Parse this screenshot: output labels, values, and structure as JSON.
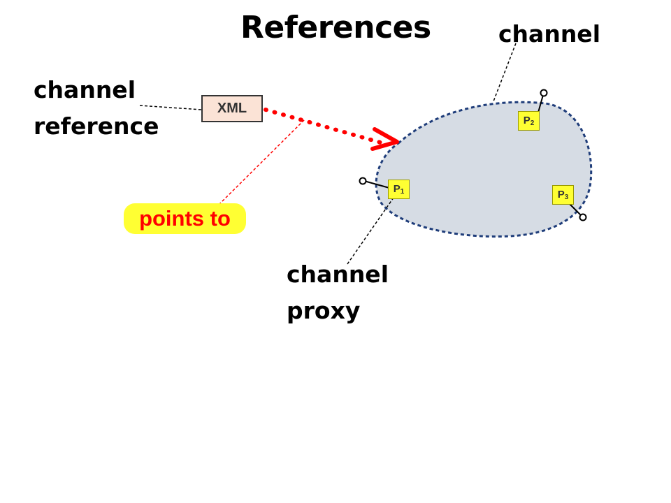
{
  "title": "References",
  "labels": {
    "channel": "channel",
    "channel_reference": [
      "channel",
      "reference"
    ],
    "channel_proxy": [
      "channel",
      "proxy"
    ],
    "points_to": "points to"
  },
  "xml_box": "XML",
  "ports": [
    {
      "letter": "P",
      "index": "1"
    },
    {
      "letter": "P",
      "index": "2"
    },
    {
      "letter": "P",
      "index": "3"
    }
  ],
  "colors": {
    "channel_fill": "#d6dce4",
    "channel_border": "#1f3d7a",
    "arrow": "#ff0000",
    "highlight": "#ffff33",
    "xml_fill": "#fbe3d6"
  }
}
